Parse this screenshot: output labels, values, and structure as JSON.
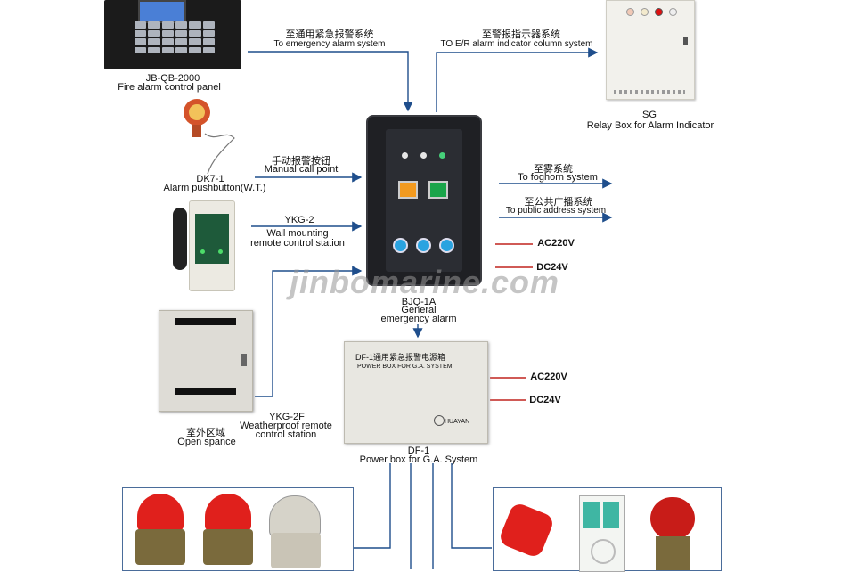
{
  "devices": {
    "fire_panel": {
      "model": "JB-QB-2000",
      "name": "Fire alarm control panel"
    },
    "relay_box": {
      "model": "SG",
      "name": "Relay Box for Alarm Indicator"
    },
    "call_point": {
      "model": "DK7-1",
      "name": "Alarm pushbutton(W.T.)"
    },
    "wall_station": {
      "model": "YKG-2",
      "name_line1": "Wall mounting",
      "name_line2": "remote control station"
    },
    "main_alarm": {
      "model": "BJQ-1A",
      "name_line1": "General",
      "name_line2": "emergency alarm"
    },
    "weather_station": {
      "model": "YKG-2F",
      "name_line1": "Weatherproof remote",
      "name_line2": "control station"
    },
    "open_space": {
      "cn": "室外区域",
      "en": "Open spance"
    },
    "power_box": {
      "model": "DF-1",
      "name": "Power box for G.A. System",
      "panel_cn": "DF-1通用紧急报警电源箱",
      "panel_en": "POWER BOX FOR G.A. SYSTEM",
      "brand": "HUAYAN"
    }
  },
  "connections": {
    "to_emergency": {
      "cn": "至通用紧急报警系统",
      "en": "To emergency alarm system"
    },
    "to_er": {
      "cn": "至警报指示器系统",
      "en": "TO E/R alarm indicator column system"
    },
    "manual_call": {
      "cn": "手动报警按钮",
      "en": "Manual call point"
    },
    "to_foghorn": {
      "cn": "至雾系统",
      "en": "To foghorn system"
    },
    "to_pa": {
      "cn": "至公共广播系统",
      "en": "To public address system"
    }
  },
  "power": {
    "ac": "AC220V",
    "dc": "DC24V",
    "ac2": "AC220V",
    "dc2": "DC24V"
  },
  "watermark": "jinbomarine.com",
  "colors": {
    "arrow": "#1f4e8c",
    "power_line": "#c0231e",
    "panel": "#1f2024",
    "beacon": "#e0201c"
  }
}
